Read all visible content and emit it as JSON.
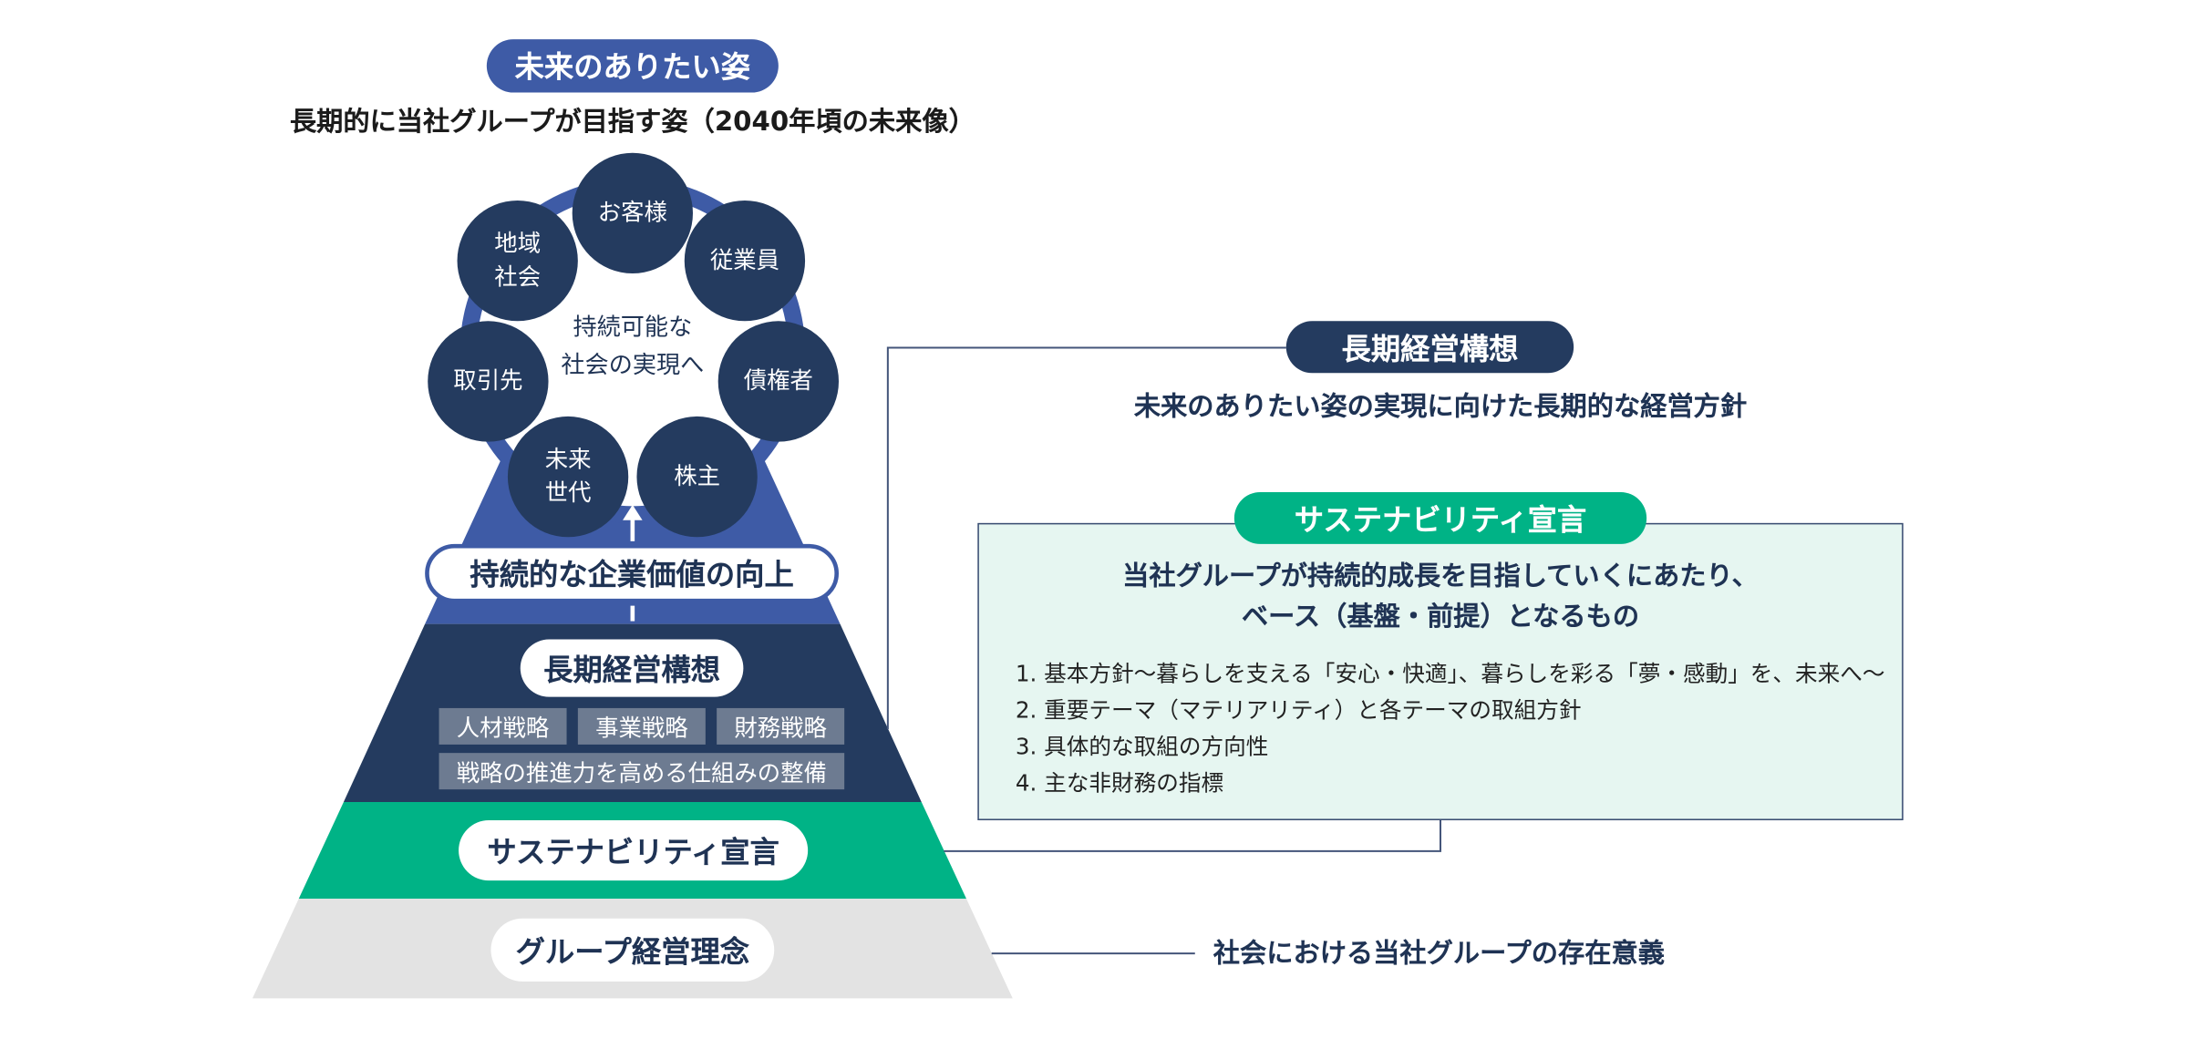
{
  "vision": {
    "badge": "未来のありたい姿",
    "subtitle": "長期的に当社グループが目指す姿（2040年頃の未来像）",
    "center_text": [
      "持続可能な",
      "社会の実現へ"
    ],
    "stakeholders": [
      {
        "lines": [
          "お客様"
        ]
      },
      {
        "lines": [
          "従業員"
        ]
      },
      {
        "lines": [
          "債権者"
        ]
      },
      {
        "lines": [
          "株主"
        ]
      },
      {
        "lines": [
          "未来",
          "世代"
        ]
      },
      {
        "lines": [
          "取引先"
        ]
      },
      {
        "lines": [
          "地域",
          "社会"
        ]
      }
    ]
  },
  "pyramid": {
    "value_label": "持続的な企業価値の向上",
    "long_term_plan": {
      "label": "長期経営構想",
      "strategies": [
        "人材戦略",
        "事業戦略",
        "財務戦略"
      ],
      "mechanism": "戦略の推進力を高める仕組みの整備"
    },
    "sustainability": "サステナビリティ宣言",
    "philosophy": "グループ経営理念"
  },
  "callouts": {
    "long_term_plan": {
      "label": "長期経営構想",
      "description": "未来のありたい姿の実現に向けた長期的な経営方針"
    },
    "sustainability": {
      "label": "サステナビリティ宣言",
      "intro": [
        "当社グループが持続的成長を目指していくにあたり、",
        "ベース（基盤・前提）となるもの"
      ],
      "items": [
        "1. 基本方針〜暮らしを支える「安心・快適」、暮らしを彩る「夢・感動」を、未来へ〜",
        "2. 重要テーマ（マテリアリティ）と各テーマの取組方針",
        "3. 具体的な取組の方向性",
        "4. 主な非財務の指標"
      ]
    },
    "philosophy": {
      "description": "社会における当社グループの存在意義"
    }
  },
  "icons": {
    "arrow": "up-arrow-icon"
  },
  "colors": {
    "blue": "#3e5ba6",
    "navy": "#243b5f",
    "green": "#00b386",
    "gray_band": "#e3e3e3",
    "mint_box": "#e6f6f1",
    "strategy_box": "#6d7b91"
  }
}
